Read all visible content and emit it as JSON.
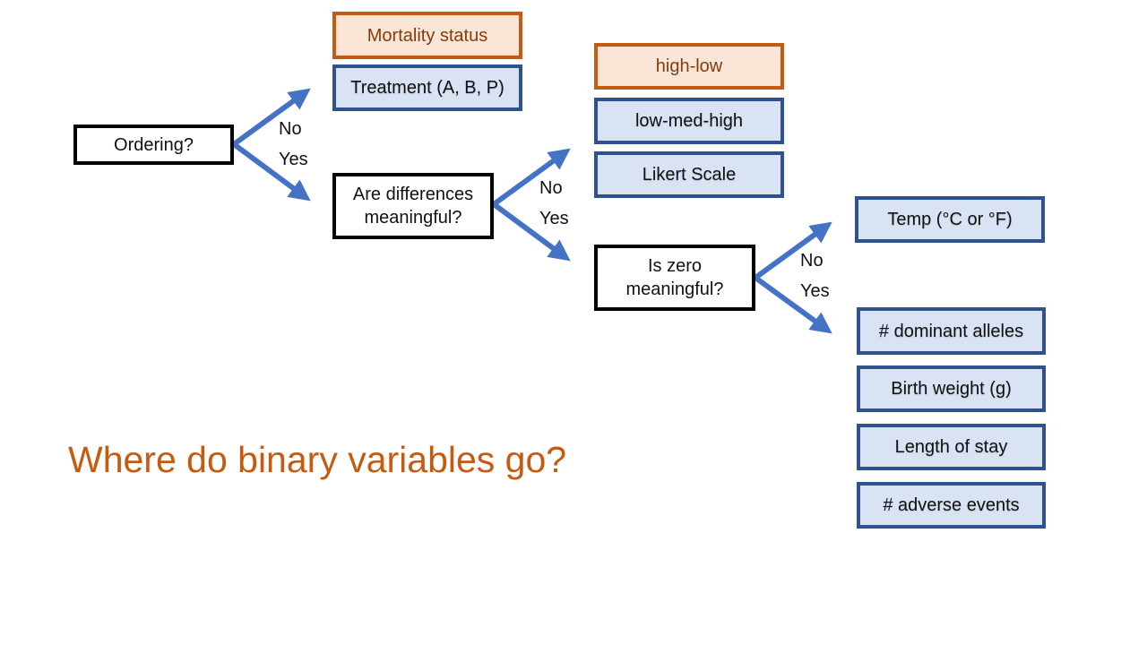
{
  "questions": {
    "ordering": "Ordering?",
    "differences": [
      "Are differences",
      "meaningful?"
    ],
    "zero": [
      "Is zero",
      "meaningful?"
    ]
  },
  "branch_labels": {
    "no": "No",
    "yes": "Yes"
  },
  "nominal": {
    "highlight": "Mortality status",
    "items": [
      "Treatment (A, B, P)"
    ]
  },
  "ordinal": {
    "highlight": "high-low",
    "items": [
      "low-med-high",
      "Likert Scale"
    ]
  },
  "interval": {
    "items": [
      "Temp (°C or °F)"
    ]
  },
  "ratio": {
    "items": [
      "# dominant alleles",
      "Birth weight (g)",
      "Length of stay",
      "# adverse events"
    ]
  },
  "question_prompt": "Where do binary variables go?",
  "colors": {
    "arrow": "#4472c4",
    "box_fill": "#dae3f3",
    "box_border": "#2f528f",
    "highlight_fill": "#fbe5d6",
    "highlight_border": "#c55a11",
    "prompt_text": "#c55a11"
  }
}
